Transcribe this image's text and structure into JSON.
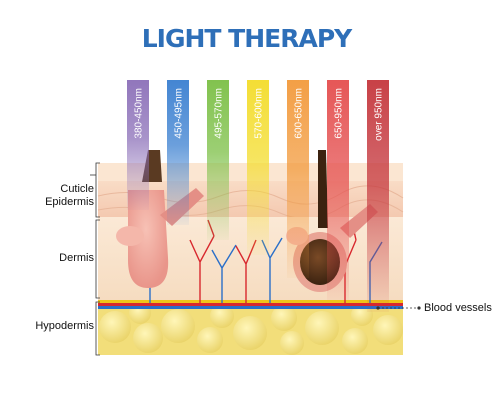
{
  "title": "LIGHT THERAPY",
  "wavelength_bands": [
    {
      "label": "380-450nm",
      "color": "#8b6fb8"
    },
    {
      "label": "450-495nm",
      "color": "#3a7fd0"
    },
    {
      "label": "495-570nm",
      "color": "#7bbf45"
    },
    {
      "label": "570-600nm",
      "color": "#f3dc2a"
    },
    {
      "label": "600-650nm",
      "color": "#f29a3c"
    },
    {
      "label": "650-950nm",
      "color": "#e44e4e"
    },
    {
      "label": "over  950nm",
      "color": "#c5373d"
    }
  ],
  "layers": {
    "cuticle": "Cuticle",
    "epidermis": "Epidermis",
    "dermis": "Dermis",
    "hypodermis": "Hypodermis"
  },
  "blood_vessels_label": "Blood vessels"
}
